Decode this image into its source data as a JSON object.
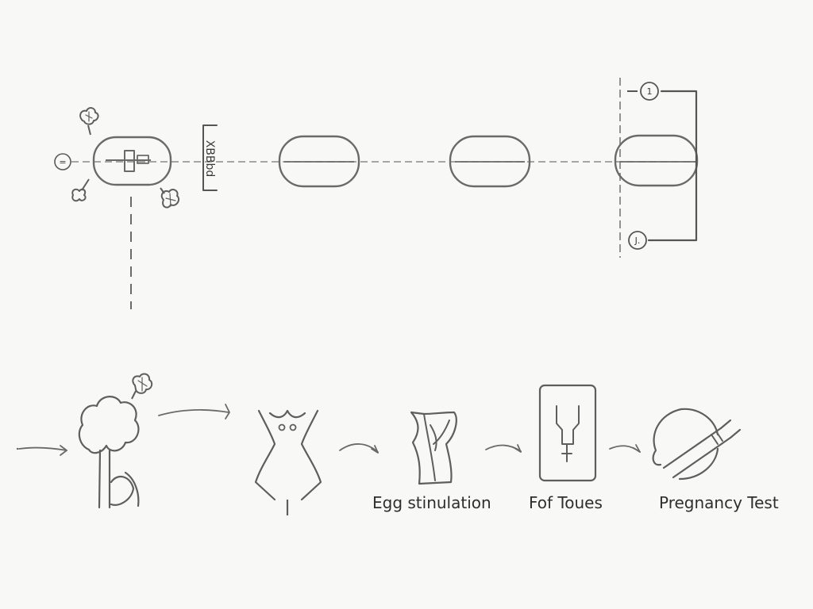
{
  "colors": {
    "background": "#f8f8f7",
    "stroke": "#6e6e6e",
    "dark_stroke": "#5a5a5a",
    "text": "#2e2e2e"
  },
  "top_row": {
    "side_label": "XBBbd",
    "left_marker": "=",
    "top_marker": "1",
    "bottom_marker": "J."
  },
  "steps": [
    {
      "icon": "cloud-head-figure-icon",
      "label": ""
    },
    {
      "icon": "dress-silhouette-icon",
      "label": ""
    },
    {
      "icon": "folded-shape-icon",
      "label": "Egg stinulation"
    },
    {
      "icon": "device-card-icon",
      "label": "Fof Toues"
    },
    {
      "icon": "pregnancy-test-icon",
      "label": "Pregnancy Test"
    }
  ]
}
